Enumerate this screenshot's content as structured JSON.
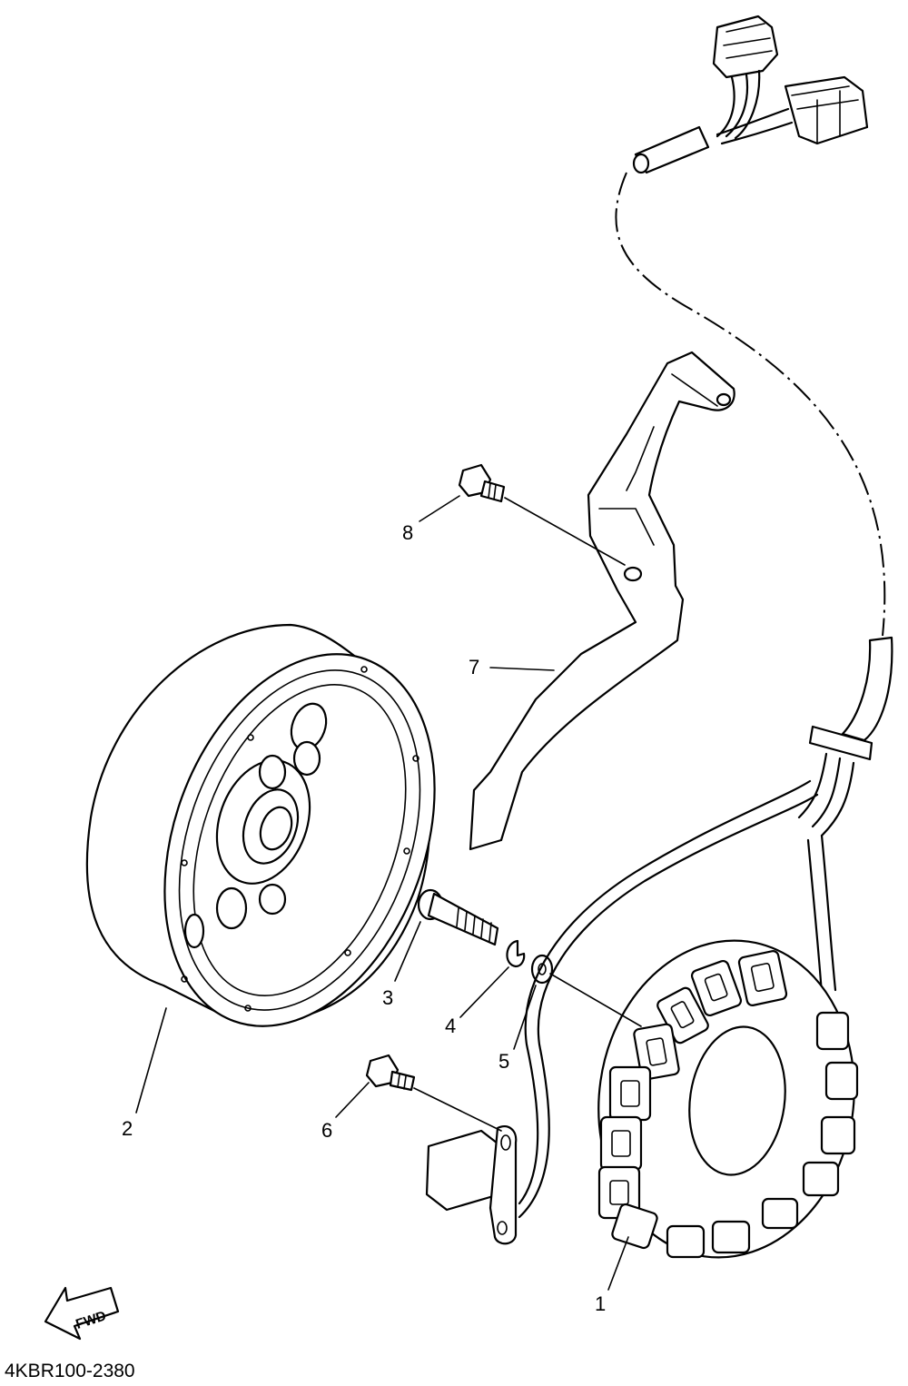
{
  "callouts": {
    "c1": "1",
    "c2": "2",
    "c3": "3",
    "c4": "4",
    "c5": "5",
    "c6": "6",
    "c7": "7",
    "c8": "8"
  },
  "fwd_label": "FWD",
  "diagram_code": "4KBR100-2380"
}
